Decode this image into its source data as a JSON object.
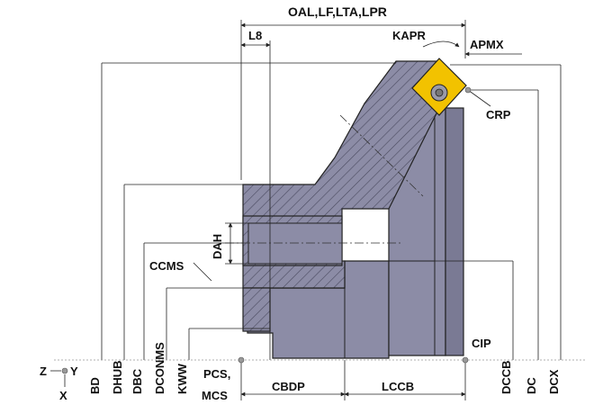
{
  "labels": {
    "oal": "OAL,LF,LTA,LPR",
    "l8": "L8",
    "kapr": "KAPR",
    "apmx": "APMX",
    "crp": "CRP",
    "dah": "DAH",
    "ccms": "CCMS",
    "cip": "CIP",
    "pcs": "PCS,",
    "mcs": "MCS",
    "cbdp": "CBDP",
    "lccb": "LCCB",
    "bd": "BD",
    "dhub": "DHUB",
    "dbc": "DBC",
    "dconms": "DCONMS",
    "kww": "KWW",
    "dccb": "DCCB",
    "dc": "DC",
    "dcx": "DCX",
    "axis_z": "Z",
    "axis_y": "Y",
    "axis_x": "X"
  },
  "colors": {
    "body_fill": "#8c8ca6",
    "body_dark": "#6e6e88",
    "insert": "#f2c200",
    "line": "#222222"
  }
}
